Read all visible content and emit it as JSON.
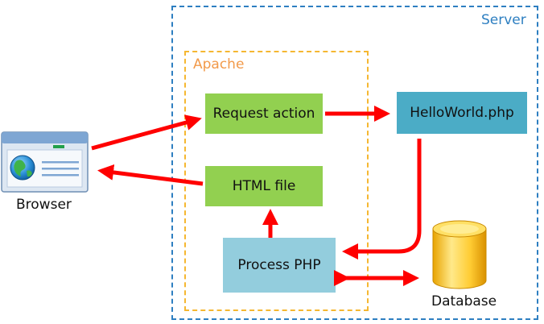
{
  "server": {
    "label": "Server"
  },
  "apache": {
    "label": "Apache"
  },
  "nodes": {
    "request_action": "Request action",
    "html_file": "HTML file",
    "process_php": "Process PHP",
    "hello_world": "HelloWorld.php"
  },
  "external": {
    "browser": "Browser",
    "database": "Database"
  },
  "colors": {
    "server_border": "#2e7fc1",
    "apache_border": "#f5b731",
    "green_box": "#92d050",
    "blue_box": "#4bacc6",
    "light_blue_box": "#93cddd",
    "arrow": "#ff0000"
  }
}
